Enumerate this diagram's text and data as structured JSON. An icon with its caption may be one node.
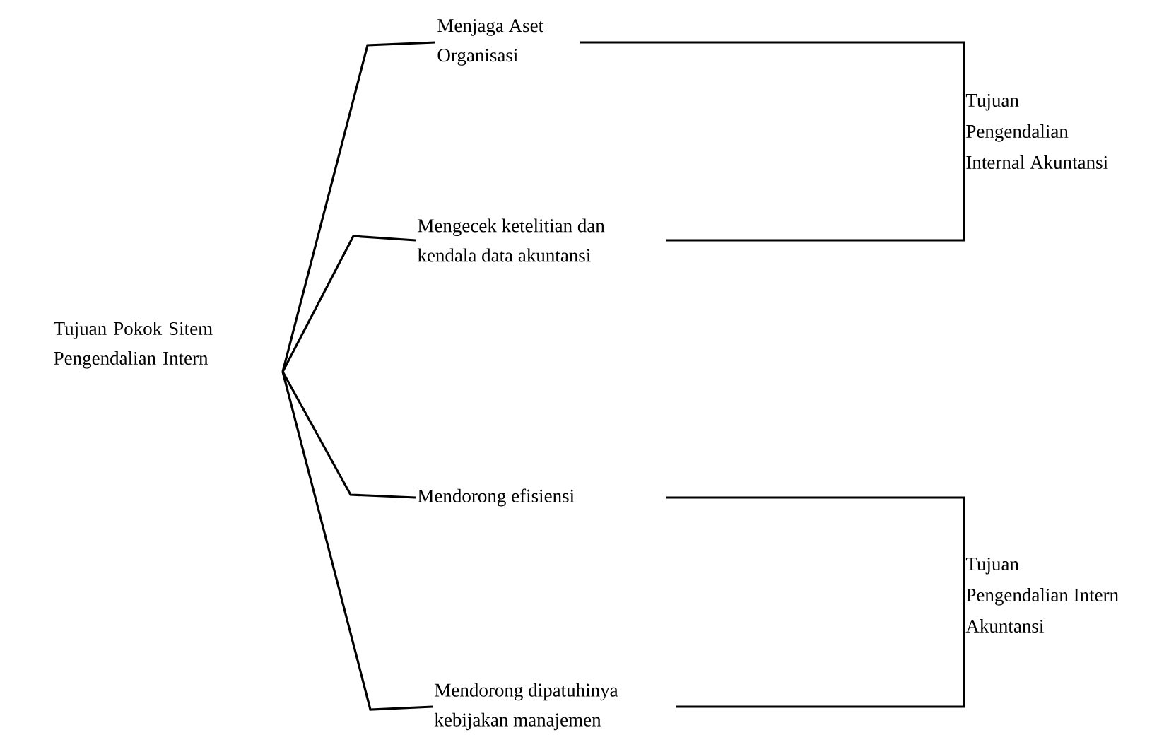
{
  "diagram": {
    "nodes": [
      {
        "text": [
          "Tujuan Pokok Sitem Pengendalian Intern"
        ]
      },
      {
        "text": [
          "Menjaga Aset Organisasi"
        ]
      },
      {
        "text": [
          "Mengecek ketelitian dan kendala data akuntansi"
        ]
      },
      {
        "text": [
          "Mendorong efisiensi"
        ]
      },
      {
        "text": [
          "Mendorong dipatuhinya kebijakan manajemen"
        ]
      },
      {
        "text": [
          "Tujuan Pengendalian Internal Akuntansi"
        ]
      },
      {
        "text": [
          "Tujuan Pengendalian Intern Akuntansi"
        ]
      }
    ],
    "edges": [
      {
        "from": 0,
        "to": 1,
        "arrow": "none"
      },
      {
        "from": 0,
        "to": 2,
        "arrow": "none"
      },
      {
        "from": 0,
        "to": 3,
        "arrow": "none"
      },
      {
        "from": 0,
        "to": 4,
        "arrow": "none"
      },
      {
        "from": 1,
        "to": 5,
        "arrow": "none"
      },
      {
        "from": 2,
        "to": 5,
        "arrow": "none"
      },
      {
        "from": 3,
        "to": 6,
        "arrow": "none"
      },
      {
        "from": 4,
        "to": 6,
        "arrow": "none"
      }
    ]
  }
}
